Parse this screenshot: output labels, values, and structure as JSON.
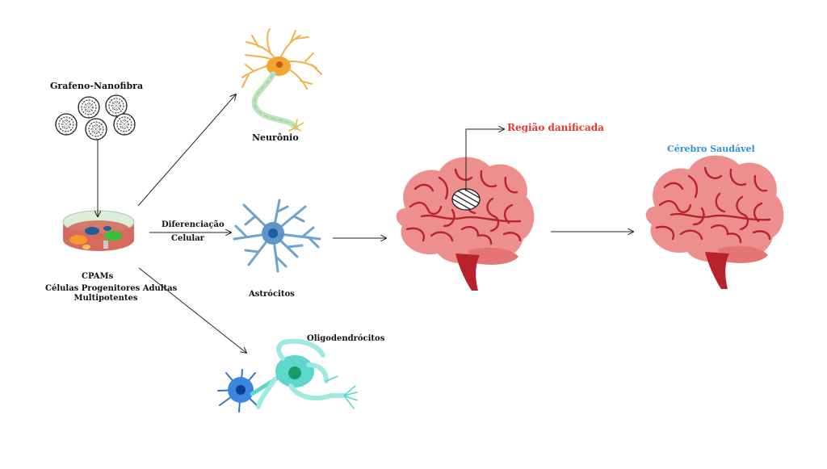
{
  "labels": {
    "graphene": "Grafeno-Nanofibra",
    "cpams": "CPAMs",
    "cpams_full_1": "Células Progenitores Adultas",
    "cpams_full_2": "Multipotentes",
    "differentiation_1": "Diferenciação",
    "differentiation_2": "Celular",
    "neuron": "Neurônio",
    "astrocytes": "Astrócitos",
    "oligodendrocytes": "Oligodendrócitos",
    "damaged_region": "Região danificada",
    "healthy_brain": "Cérebro Saudável"
  },
  "colors": {
    "damaged_region": "#e8372b",
    "healthy_brain": "#2f8fd8",
    "brain": "#ee8f8f",
    "brain_fold": "#b8232b",
    "stem": "#b8232b",
    "neuron_body": "#f2a531",
    "astrocyte": "#6fa3cf",
    "oligodendrocyte": "#5fd6cc"
  },
  "icons": {
    "graphene": "graphene-ball-icon",
    "petri": "petri-dish-icon",
    "neuron": "neuron-icon",
    "astrocyte": "astrocyte-icon",
    "oligodendrocyte": "oligodendrocyte-icon",
    "brain": "brain-icon"
  }
}
